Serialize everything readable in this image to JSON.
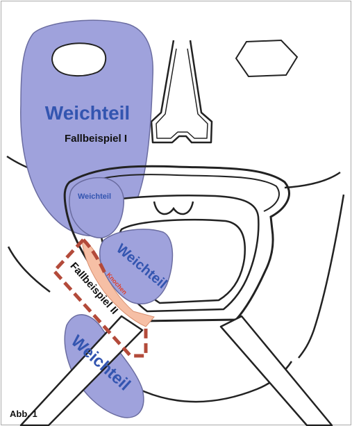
{
  "labels": {
    "weichteil_large": "Weichteil",
    "fallbeispiel_1": "Fallbeispiel I",
    "weichteil_small": "Weichteil",
    "weichteil_tongue": "Weichteil",
    "knochen": "Knochen",
    "fallbeispiel_2": "Fallbeispiel II",
    "weichteil_neck": "Weichteil",
    "figure": "Abb. 1"
  },
  "colors": {
    "soft_tissue": "#9fa2dc",
    "label_blue": "#3355b0",
    "bone": "#f6bfa5",
    "bone_text": "#e0402a",
    "dashed_outline": "#b34a3a",
    "line": "#222222"
  }
}
